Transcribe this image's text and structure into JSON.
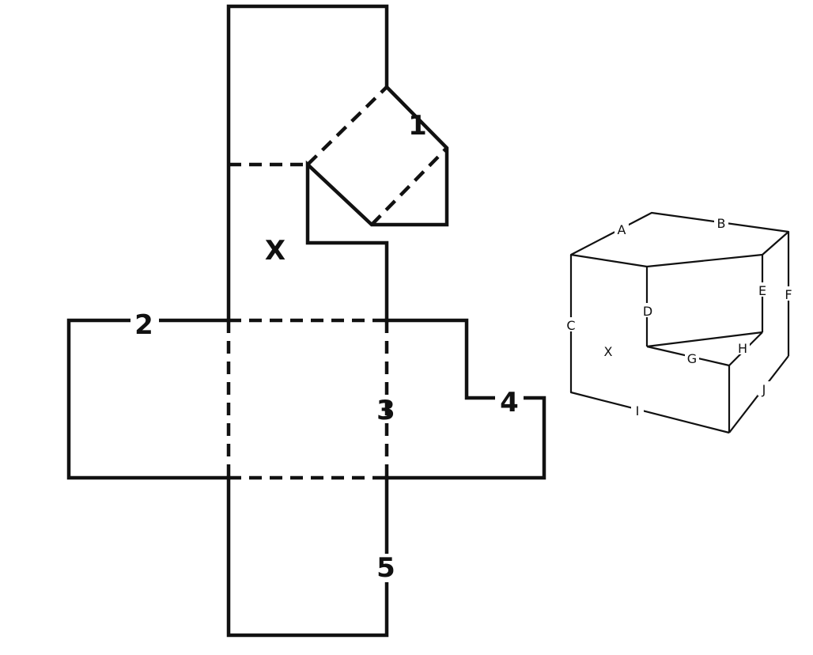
{
  "net": {
    "labels": {
      "face_1": "1",
      "face_2": "2",
      "face_3": "3",
      "face_4": "4",
      "face_5": "5",
      "face_x": "X"
    }
  },
  "solid": {
    "edge_labels": {
      "A": "A",
      "B": "B",
      "C": "C",
      "D": "D",
      "E": "E",
      "F": "F",
      "G": "G",
      "H": "H",
      "I": "I",
      "J": "J"
    },
    "face_x": "X"
  }
}
